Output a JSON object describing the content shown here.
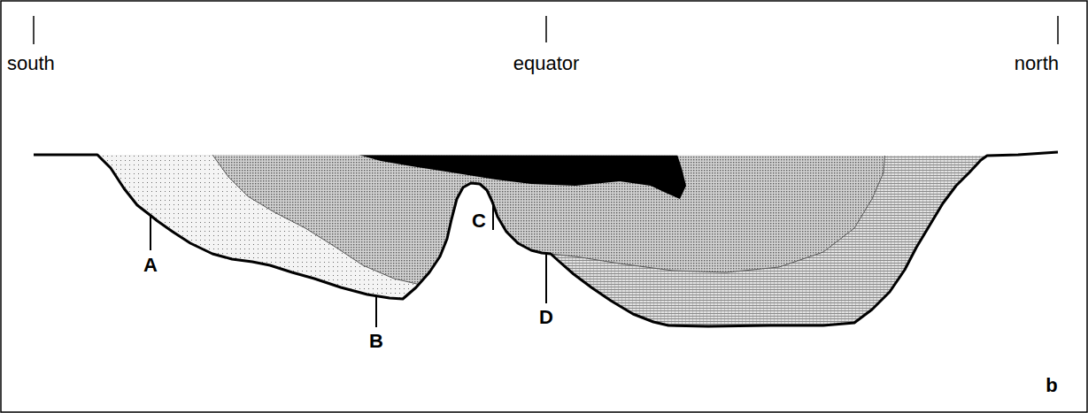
{
  "diagram": {
    "labels": [
      "south",
      "equator",
      "north",
      "A",
      "B",
      "C",
      "D",
      "b"
    ]
  }
}
